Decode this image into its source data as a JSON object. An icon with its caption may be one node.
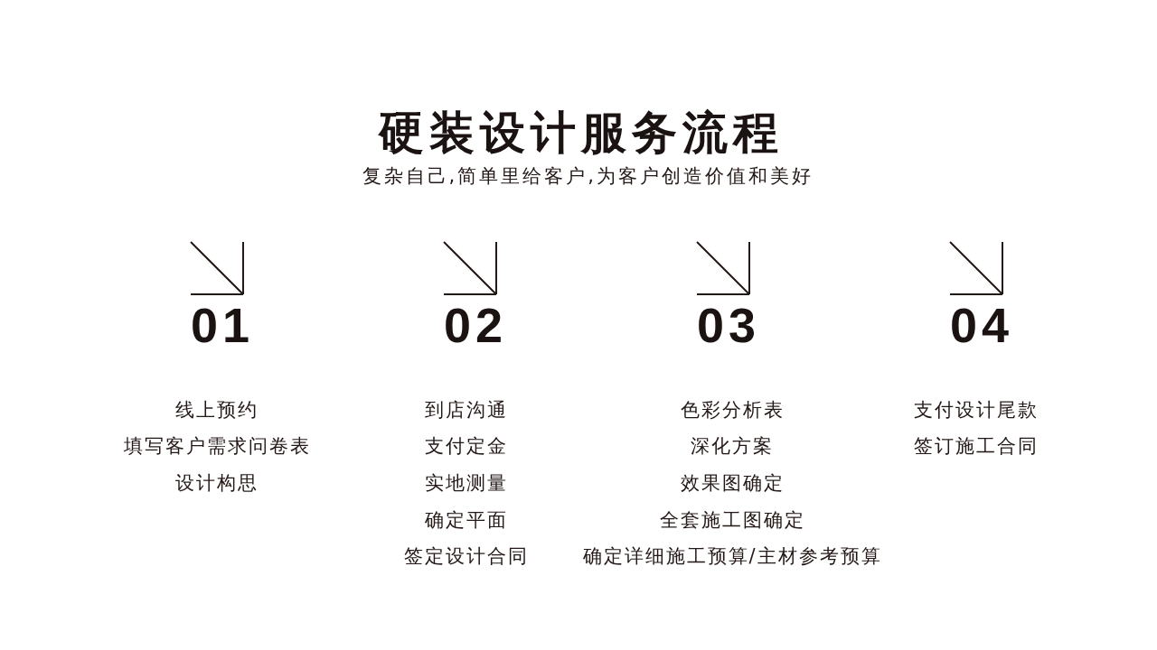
{
  "diagram": {
    "title": "硬装设计服务流程",
    "labels": [
      "复杂自己,简单里给客户,为客户创造价值和美好",
      "01",
      "线上预约",
      "填写客户需求问卷表",
      "设计构思",
      "02",
      "到店沟通",
      "支付定金",
      "实地测量",
      "确定平面",
      "签定设计合同",
      "03",
      "色彩分析表",
      "深化方案",
      "效果图确定",
      "全套施工图确定",
      "确定详细施工预算/主材参考预算",
      "04",
      "支付设计尾款",
      "签订施工合同"
    ]
  }
}
